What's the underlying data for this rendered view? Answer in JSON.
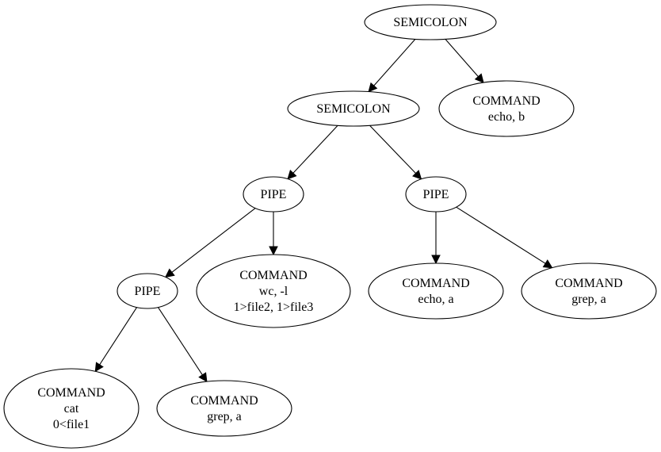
{
  "nodes": [
    {
      "id": "n0",
      "lines": [
        "SEMICOLON"
      ]
    },
    {
      "id": "n1",
      "lines": [
        "SEMICOLON"
      ]
    },
    {
      "id": "n2",
      "lines": [
        "COMMAND",
        "echo, b"
      ]
    },
    {
      "id": "n3",
      "lines": [
        "PIPE"
      ]
    },
    {
      "id": "n4",
      "lines": [
        "PIPE"
      ]
    },
    {
      "id": "n5",
      "lines": [
        "PIPE"
      ]
    },
    {
      "id": "n6",
      "lines": [
        "COMMAND",
        "wc, -l",
        "1>file2, 1>file3"
      ]
    },
    {
      "id": "n7",
      "lines": [
        "COMMAND",
        "echo, a"
      ]
    },
    {
      "id": "n8",
      "lines": [
        "COMMAND",
        "grep, a"
      ]
    },
    {
      "id": "n9",
      "lines": [
        "COMMAND",
        "cat",
        "0<file1"
      ]
    },
    {
      "id": "n10",
      "lines": [
        "COMMAND",
        "grep, a"
      ]
    }
  ],
  "edges": [
    [
      "n0",
      "n1"
    ],
    [
      "n0",
      "n2"
    ],
    [
      "n1",
      "n3"
    ],
    [
      "n1",
      "n4"
    ],
    [
      "n3",
      "n5"
    ],
    [
      "n3",
      "n6"
    ],
    [
      "n4",
      "n7"
    ],
    [
      "n4",
      "n8"
    ],
    [
      "n5",
      "n9"
    ],
    [
      "n5",
      "n10"
    ]
  ]
}
